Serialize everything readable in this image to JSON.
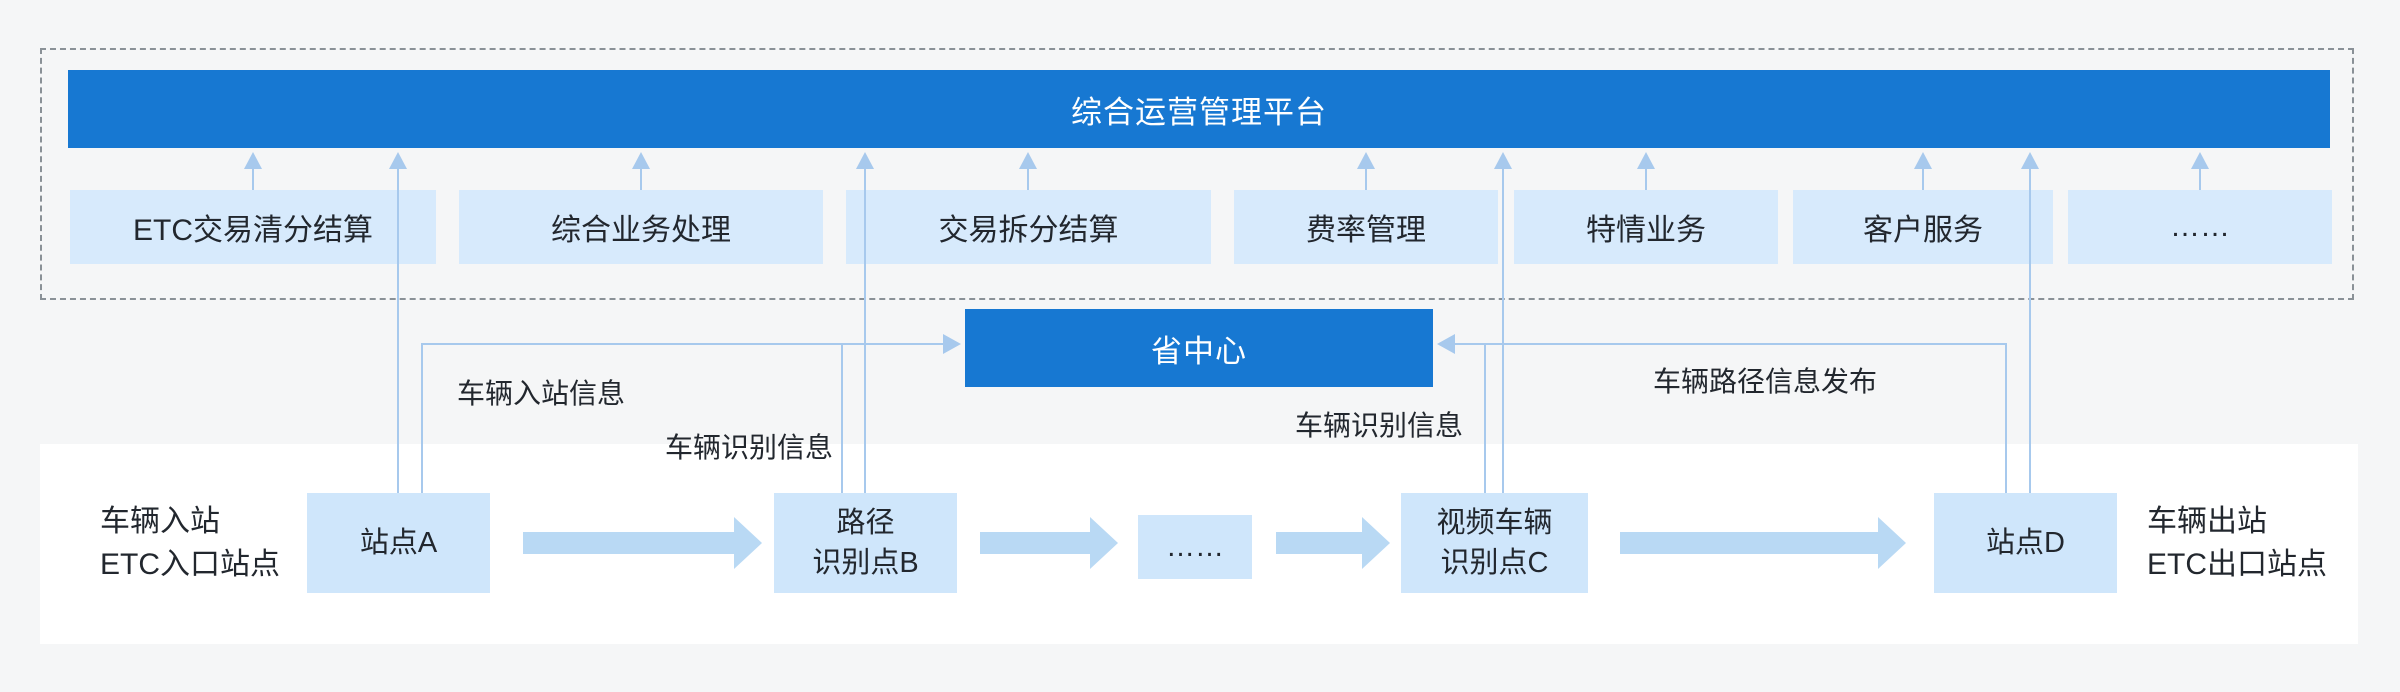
{
  "colors": {
    "accent_blue": "#1778d2",
    "module_fill": "#d7eafc",
    "station_fill": "#cfe6fb",
    "arrow_fill": "#b9d9f4",
    "line_blue": "#a7c9ed",
    "dashed_border": "#8a9197",
    "background": "#f5f6f7",
    "band_white": "#ffffff",
    "text_dark": "#22272e",
    "text_white": "#ffffff"
  },
  "platform": {
    "title": "综合运营管理平台"
  },
  "modules": [
    {
      "label": "ETC交易清分结算"
    },
    {
      "label": "综合业务处理"
    },
    {
      "label": "交易拆分结算"
    },
    {
      "label": "费率管理"
    },
    {
      "label": "特情业务"
    },
    {
      "label": "客户服务"
    },
    {
      "label": "……"
    }
  ],
  "province_center": {
    "label": "省中心"
  },
  "flow_labels": {
    "entry_info": "车辆入站信息",
    "recognition_info_left": "车辆识别信息",
    "recognition_info_right": "车辆识别信息",
    "path_publish": "车辆路径信息发布"
  },
  "stations": [
    {
      "lines": [
        "站点A"
      ]
    },
    {
      "lines": [
        "路径",
        "识别点B"
      ]
    },
    {
      "lines": [
        "……"
      ]
    },
    {
      "lines": [
        "视频车辆",
        "识别点C"
      ]
    },
    {
      "lines": [
        "站点D"
      ]
    }
  ],
  "roadside_labels": {
    "entry": [
      "车辆入站",
      "ETC入口站点"
    ],
    "exit": [
      "车辆出站",
      "ETC出口站点"
    ]
  }
}
